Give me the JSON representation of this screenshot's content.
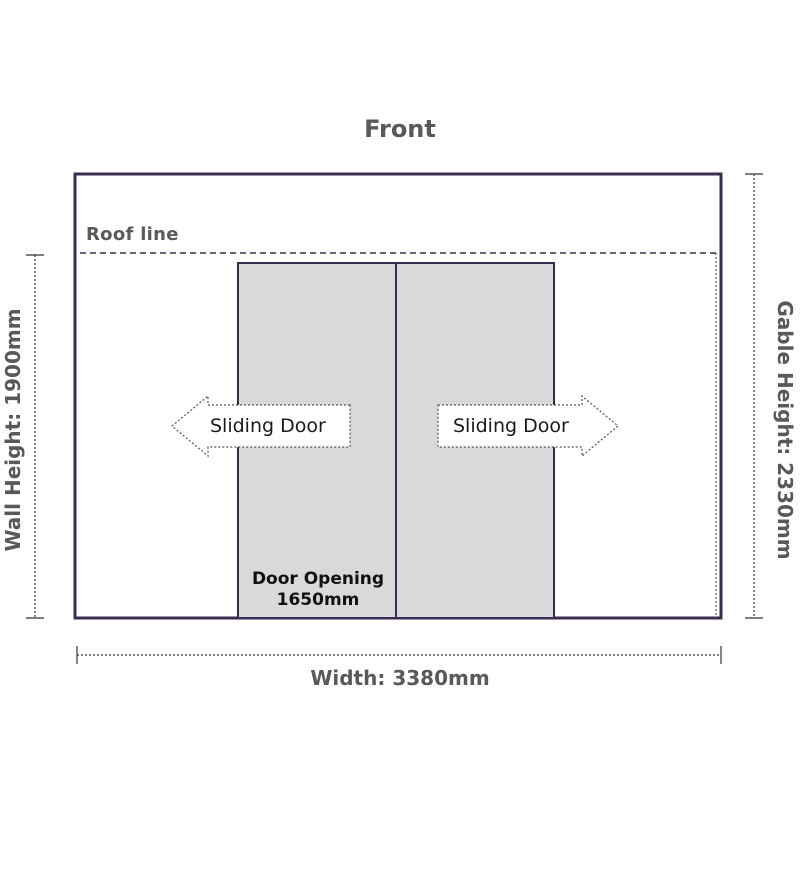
{
  "title": "Front",
  "roofline": {
    "label": "Roof line"
  },
  "doors": {
    "left_label": "Sliding Door",
    "right_label": "Sliding Door",
    "opening_title": "Door Opening",
    "opening_value": "1650mm"
  },
  "dimensions": {
    "width": "Width: 3380mm",
    "wall_height": "Wall Height: 1900mm",
    "gable_height": "Gable Height: 2330mm"
  },
  "colors": {
    "outline": "#3b2d4f",
    "door_fill": "#d9d9d9",
    "dimension_line": "#333333",
    "label_text": "#595959"
  }
}
